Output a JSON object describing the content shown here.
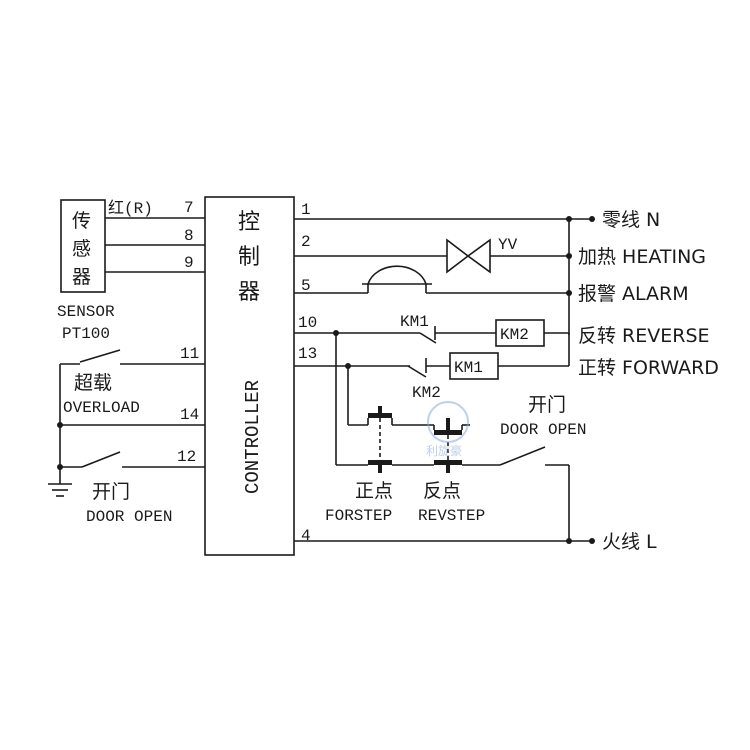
{
  "sensor": {
    "chars": [
      "传",
      "感",
      "器"
    ],
    "label_line1": "SENSOR",
    "label_line2": "PT100",
    "wire_red": "红(R)"
  },
  "controller": {
    "chars": [
      "控",
      "制",
      "器"
    ],
    "label": "CONTROLLER"
  },
  "terminals": {
    "t7": "7",
    "t8": "8",
    "t9": "9",
    "t11": "11",
    "t14": "14",
    "t12": "12",
    "t1": "1",
    "t2": "2",
    "t5": "5",
    "t10": "10",
    "t13": "13",
    "t4": "4"
  },
  "left": {
    "overload_cn": "超载",
    "overload_en": "OVERLOAD",
    "door_cn": "开门",
    "door_en": "DOOR OPEN"
  },
  "outputs": {
    "neutral": "零线 N",
    "heating": "加热 HEATING",
    "alarm": "报警 ALARM",
    "reverse": "反转 REVERSE",
    "forward": "正转 FORWARD",
    "live": "火线 L"
  },
  "components": {
    "yv": "YV",
    "km1_contact": "KM1",
    "km2_coil": "KM2",
    "km1_coil": "KM1",
    "km2_contact": "KM2"
  },
  "buttons": {
    "forstep_cn": "正点",
    "forstep_en": "FORSTEP",
    "revstep_cn": "反点",
    "revstep_en": "REVSTEP",
    "door_cn": "开门",
    "door_en": "DOOR OPEN"
  },
  "watermark": "利旋豪"
}
